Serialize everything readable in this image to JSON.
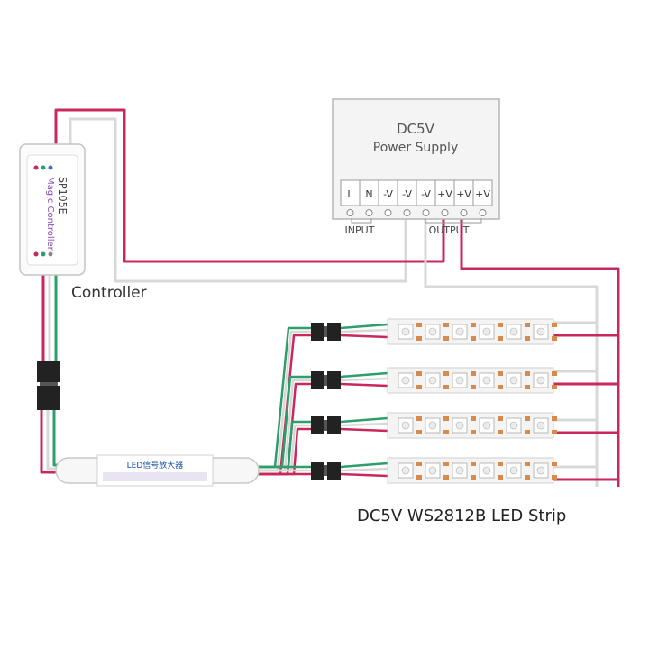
{
  "power_supply": {
    "title_line1": "DC5V",
    "title_line2": "Power Supply",
    "terminals": [
      "L",
      "N",
      "-V",
      "-V",
      "-V",
      "+V",
      "+V",
      "+V"
    ],
    "input_label": "INPUT",
    "output_label": "OUTPUT"
  },
  "controller": {
    "model": "SP105E",
    "brand": "Magic Controller",
    "label": "Controller"
  },
  "amplifier": {
    "text": "LED信号放大器"
  },
  "strip": {
    "caption": "DC5V WS2812B LED Strip",
    "count": 4
  },
  "colors": {
    "red_wire": "#c8285a",
    "white_wire": "#d8d8d8",
    "green_wire": "#2e9e6a",
    "connector": "#222222",
    "strip_pcb": "#f4f4f4",
    "led_pad": "#d98a4a"
  }
}
